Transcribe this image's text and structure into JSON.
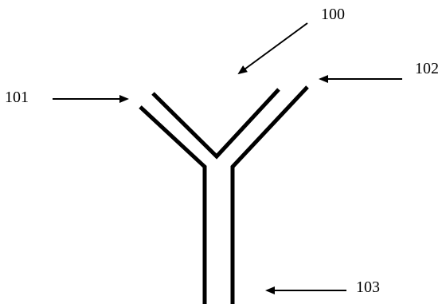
{
  "labels": {
    "whole": "100",
    "left_arm": "101",
    "right_arm": "102",
    "stem": "103"
  },
  "colors": {
    "ink": "#000000",
    "background": "#ffffff"
  }
}
